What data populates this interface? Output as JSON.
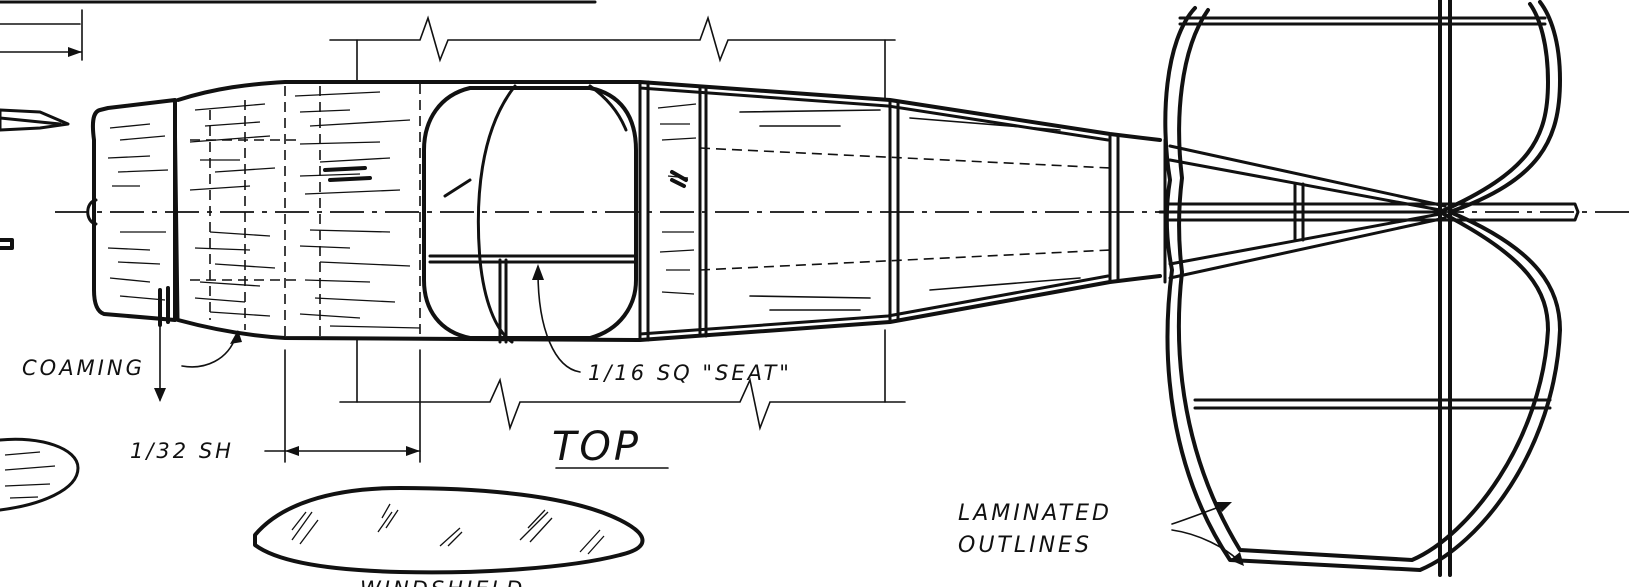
{
  "labels": {
    "coaming": "COAMING",
    "sheet": "1/32 SH",
    "seat": "1/16 SQ \"SEAT\"",
    "view_title": "TOP",
    "laminated_line1": "LAMINATED",
    "laminated_line2": "OUTLINES",
    "windshield": "WINDSHIELD"
  },
  "colors": {
    "ink": "#111111",
    "paper": "#ffffff"
  }
}
